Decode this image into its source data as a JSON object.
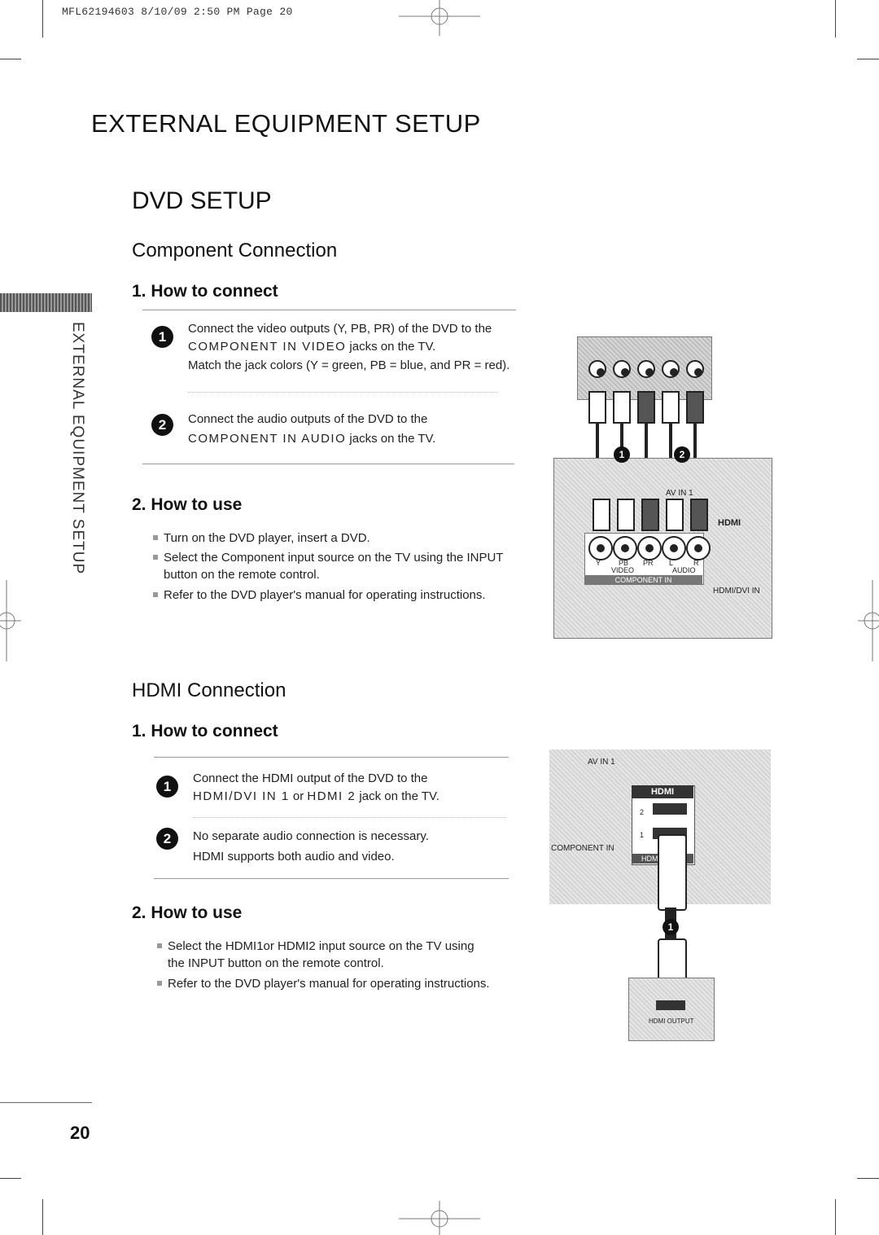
{
  "print_line": "MFL62194603  8/10/09  2:50 PM  Page 20",
  "main_title": "EXTERNAL EQUIPMENT SETUP",
  "section_title": "DVD SETUP",
  "side_label": "EXTERNAL EQUIPMENT SETUP",
  "page_number": "20",
  "component": {
    "title": "Component Connection",
    "how_to_connect": "1. How to connect",
    "step1": {
      "num": "1",
      "line1": "Connect the video outputs (Y, PB, PR)  of the DVD to the",
      "line2_caps": "COMPONENT IN VIDEO",
      "line2_rest": "jacks on the TV.",
      "line3": "Match the jack colors (Y = green, PB = blue, and PR = red)."
    },
    "step2": {
      "num": "2",
      "line1": "Connect the audio outputs of the DVD to the",
      "line2_caps": "COMPONENT IN AUDIO",
      "line2_rest": "jacks on the TV."
    },
    "how_to_use": "2. How to use",
    "bullets": [
      "Turn on the DVD player, insert a DVD.",
      "Select the Component input source on the TV using the INPUT button on the remote control.",
      "Refer to the DVD player's manual for operating instructions."
    ],
    "diagram": {
      "jack_labels": [
        "Y",
        "PB",
        "PR",
        "L",
        "R"
      ],
      "video_label": "VIDEO",
      "audio_label": "AUDIO",
      "component_in_label": "COMPONENT IN",
      "av_in_label": "AV IN 1",
      "hdmi_label": "HDMI",
      "hdmi_dvi_label": "HDMI/DVI IN",
      "marker1": "1",
      "marker2": "2"
    }
  },
  "hdmi": {
    "title": "HDMI Connection",
    "how_to_connect": "1. How to connect",
    "step1": {
      "num": "1",
      "line1": "Connect the HDMI output of the DVD to the",
      "line2_a": "HDMI/DVI IN 1",
      "line2_b": "or",
      "line2_c": "HDMI 2",
      "line2_d": "jack on the TV."
    },
    "step2": {
      "num": "2",
      "line1": "No separate audio connection is necessary.",
      "line2": "HDMI supports both audio and video."
    },
    "how_to_use": "2. How to use",
    "bullets": [
      "Select the HDMI1or HDMI2 input source on the TV using the INPUT button on the remote control.",
      "Refer to the DVD player's manual for operating instructions."
    ],
    "diagram": {
      "av_in_label": "AV IN 1",
      "hdmi_label": "HDMI",
      "port2": "2",
      "port1": "1",
      "hdmi_dvi_label": "HDMI/DVI IN",
      "component_in_label": "COMPONENT IN",
      "hdmi_output_label": "HDMI OUTPUT",
      "marker1": "1"
    }
  }
}
